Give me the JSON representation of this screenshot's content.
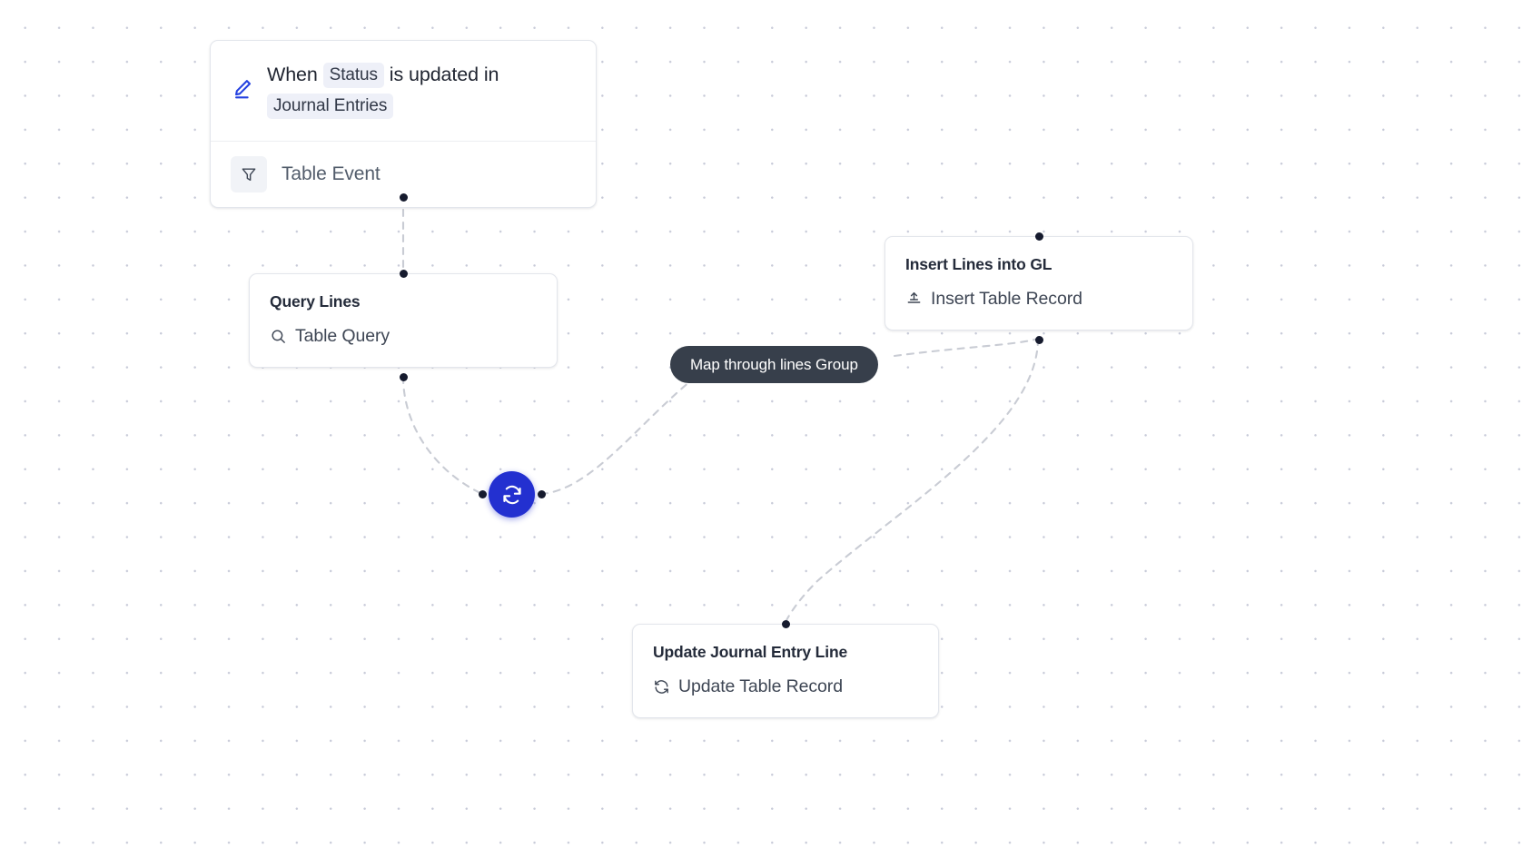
{
  "canvas": {
    "background_color": "#ffffff",
    "grid_dot_color": "#c7cad8",
    "accent_color": "#2330d0",
    "card_border_color": "#e3e6ec",
    "chip_background": "#eef0f8",
    "pill_background": "#373f4b",
    "edge_color": "#c9ccd4",
    "port_color": "#161b2e"
  },
  "trigger": {
    "icon": "pen-edit-icon",
    "text_before": "When",
    "field_chip": "Status",
    "text_middle": "is updated in",
    "table_chip": "Journal Entries",
    "subtype_icon": "filter-icon",
    "subtype_label": "Table Event"
  },
  "nodes": [
    {
      "id": "query-lines",
      "title": "Query Lines",
      "icon": "search-icon",
      "action_label": "Table Query"
    },
    {
      "id": "insert-lines-into-gl",
      "title": "Insert Lines into GL",
      "icon": "upload-icon",
      "action_label": "Insert Table Record"
    },
    {
      "id": "update-journal-entry-line",
      "title": "Update Journal Entry Line",
      "icon": "refresh-icon",
      "action_label": "Update Table Record"
    }
  ],
  "loop": {
    "icon": "loop-refresh-icon",
    "label": "Map through lines Group"
  }
}
